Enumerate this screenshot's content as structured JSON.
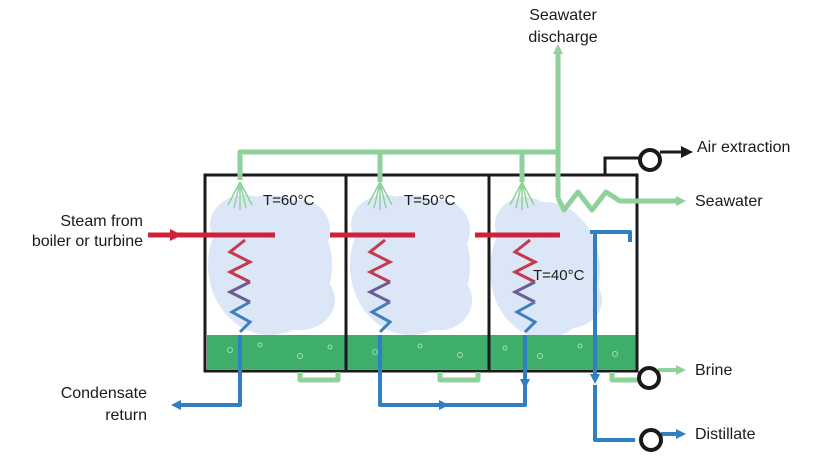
{
  "labels": {
    "seawater_discharge_line1": "Seawater",
    "seawater_discharge_line2": "discharge",
    "air_extraction": "Air extraction",
    "seawater": "Seawater",
    "steam_line1": "Steam from",
    "steam_line2": "boiler or turbine",
    "condensate_line1": "Condensate",
    "condensate_line2": "return",
    "brine": "Brine",
    "distillate": "Distillate"
  },
  "stages": [
    {
      "temperature": "T=60°C"
    },
    {
      "temperature": "T=50°C"
    },
    {
      "temperature": "T=40°C"
    }
  ],
  "colors": {
    "seawater_line": "#8fd19a",
    "steam_line": "#d0213a",
    "distillate_line": "#2f7fc1",
    "brine_pool": "#3fae6c",
    "vapor_cloud": "#dbe7f6",
    "vessel_outline": "#1a1a1a"
  }
}
